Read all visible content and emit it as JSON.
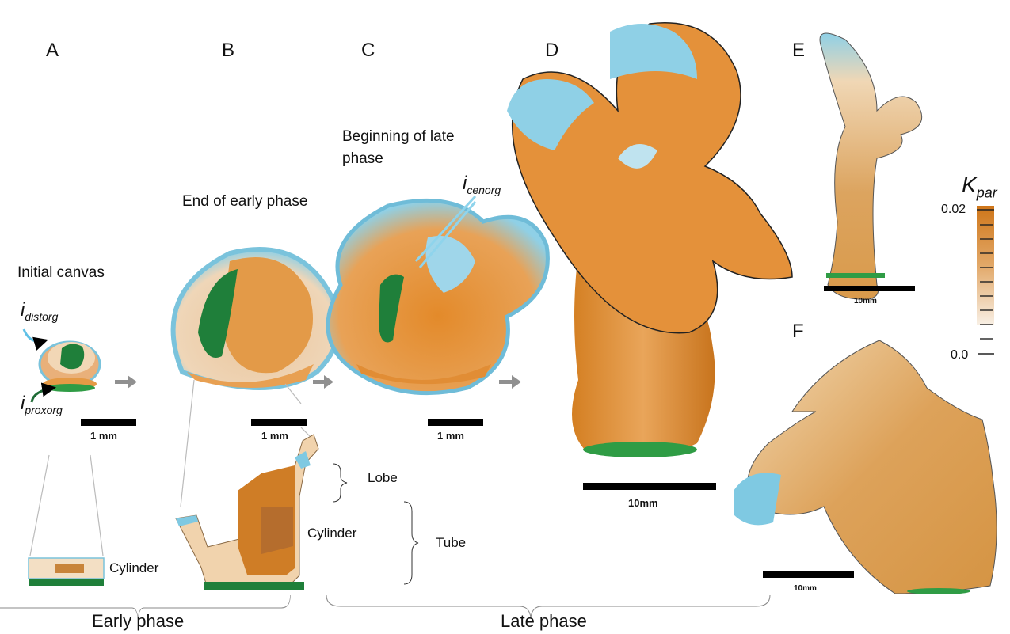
{
  "panels": {
    "A": "A",
    "B": "B",
    "C": "C",
    "D": "D",
    "E": "E",
    "F": "F"
  },
  "captions": {
    "initial_canvas": "Initial canvas",
    "end_early": "End of early phase",
    "beginning_late_1": "Beginning of late",
    "beginning_late_2": "phase"
  },
  "regulators": {
    "distorg": {
      "base": "i",
      "sub": "distorg"
    },
    "proxorg": {
      "base": "i",
      "sub": "proxorg"
    },
    "cenorg": {
      "base": "i",
      "sub": "cenorg"
    }
  },
  "scale_bars": {
    "A": "1 mm",
    "B": "1 mm",
    "C": "1 mm",
    "D": "10mm",
    "E": "10mm",
    "F": "10mm"
  },
  "region_labels": {
    "cylinder_A": "Cylinder",
    "cylinder_B": "Cylinder",
    "lobe": "Lobe",
    "tube": "Tube"
  },
  "phases": {
    "early": "Early phase",
    "late": "Late phase"
  },
  "colorbar": {
    "symbol": "K",
    "subscript": "par",
    "max": "0.02",
    "min": "0.0",
    "colors": [
      "#d07a20",
      "#dc9a55",
      "#e7bd90",
      "#f0dcc0",
      "#f7ece0"
    ]
  }
}
